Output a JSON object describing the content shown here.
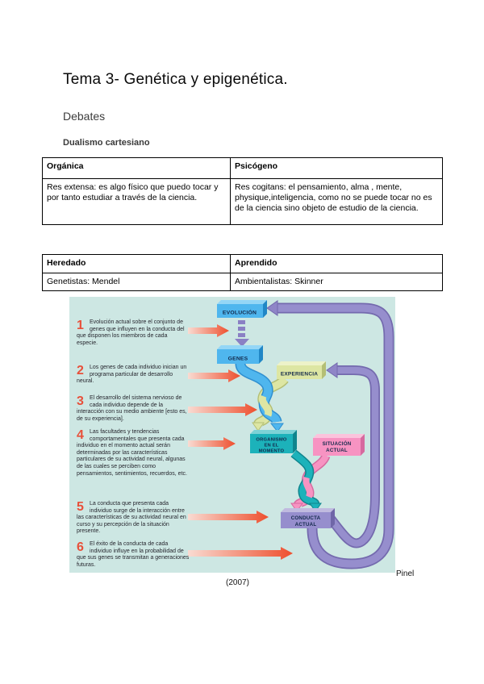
{
  "page": {
    "title": "Tema 3- Genética y epigenética.",
    "subtitle": "Debates",
    "section_heading": "Dualismo cartesiano",
    "caption_source": "Pinel",
    "caption_year": "(2007)"
  },
  "tables": [
    {
      "headers": [
        "Orgánica",
        "Psicógeno"
      ],
      "rows": [
        [
          "Res extensa: es algo físico que puedo tocar y por tanto estudiar a través de la ciencia.",
          "Res cogitans: el pensamiento, alma , mente, physique,inteligencia, como no se puede tocar no es de la ciencia sino objeto de estudio de la ciencia."
        ]
      ]
    },
    {
      "headers": [
        "Heredado",
        "Aprendido"
      ],
      "rows": [
        [
          "Genetistas: Mendel",
          "Ambientalistas: Skinner"
        ]
      ]
    }
  ],
  "diagram": {
    "items": [
      {
        "num": "1",
        "text": "Evolución actual sobre el conjunto de genes que influyen en la conducta del que disponen los miembros de cada especie."
      },
      {
        "num": "2",
        "text": "Los genes de cada individuo inician un programa particular de desarrollo neural."
      },
      {
        "num": "3",
        "text": "El desarrollo del sistema nervioso de cada individuo depende de la interacción con su medio ambiente [esto es, de su experiencia]."
      },
      {
        "num": "4",
        "text": "Las facultades y tendencias comportamentales que presenta cada individuo en el momento actual serán determinadas por las características particulares de su actividad neural, algunas de las cuales se perciben como pensamientos, sentimientos, recuerdos, etc."
      },
      {
        "num": "5",
        "text": "La conducta que presenta cada individuo surge de la interacción entre las características de su actividad neural en curso y su percepción de la situación presente."
      },
      {
        "num": "6",
        "text": "El éxito de la conducta de cada individuo influye en la probabilidad de que sus genes se transmitan a generaciones futuras."
      }
    ],
    "boxes": {
      "evolucion": "EVOLUCIÓN",
      "genes": "GENES",
      "experiencia": "EXPERIENCIA",
      "organismo_l1": "ORGANISMO",
      "organismo_l2": "EN EL",
      "organismo_l3": "MOMENTO",
      "situacion_l1": "SITUACIÓN",
      "situacion_l2": "ACTUAL",
      "conducta_l1": "CONDUCTA",
      "conducta_l2": "ACTUAL"
    },
    "colors": {
      "background": "#cde7e3",
      "number_red": "#e8503a",
      "arrow_red": "#ee4f2e",
      "box_blue": "#4fb6ee",
      "box_yellow_green": "#dde6a3",
      "box_teal": "#1cb2ba",
      "box_pink": "#f793c2",
      "box_purple": "#968ecd",
      "loop_purple": "#8f85c7"
    }
  }
}
